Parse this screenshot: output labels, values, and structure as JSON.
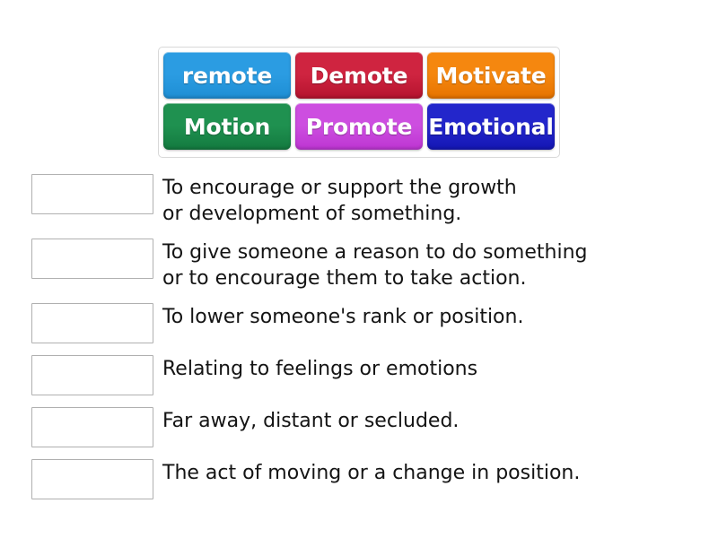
{
  "tile_bank": {
    "name": "word-tiles",
    "rows": [
      [
        {
          "label": "remote",
          "color": "#2b9ce2",
          "color_dark": "#1e8ed4"
        },
        {
          "label": "Demote",
          "color": "#cf2440",
          "color_dark": "#b5132e"
        },
        {
          "label": "Motivate",
          "color": "#f5870f",
          "color_dark": "#e67300"
        }
      ],
      [
        {
          "label": "Motion",
          "color": "#1f9150",
          "color_dark": "#137a3f"
        },
        {
          "label": "Promote",
          "color": "#cd4ee0",
          "color_dark": "#bd35d2"
        },
        {
          "label": "Emotional",
          "color": "#2326cb",
          "color_dark": "#1416b4"
        }
      ]
    ]
  },
  "rows": [
    {
      "answer": "",
      "definition": "To encourage or support the growth\nor development of something."
    },
    {
      "answer": "",
      "definition": "To give someone a reason to do something\nor to encourage them to take action."
    },
    {
      "answer": "",
      "definition": "To lower someone's rank or position."
    },
    {
      "answer": "",
      "definition": "Relating to feelings or emotions"
    },
    {
      "answer": "",
      "definition": "Far away, distant or secluded."
    },
    {
      "answer": "",
      "definition": "The act of moving or a change in position."
    }
  ],
  "colors": {
    "page_background": "#ffffff",
    "bank_border": "#d8d8d8",
    "drop_box_border": "#b0b0b0",
    "text": "#141414",
    "tile_text": "#ffffff"
  }
}
